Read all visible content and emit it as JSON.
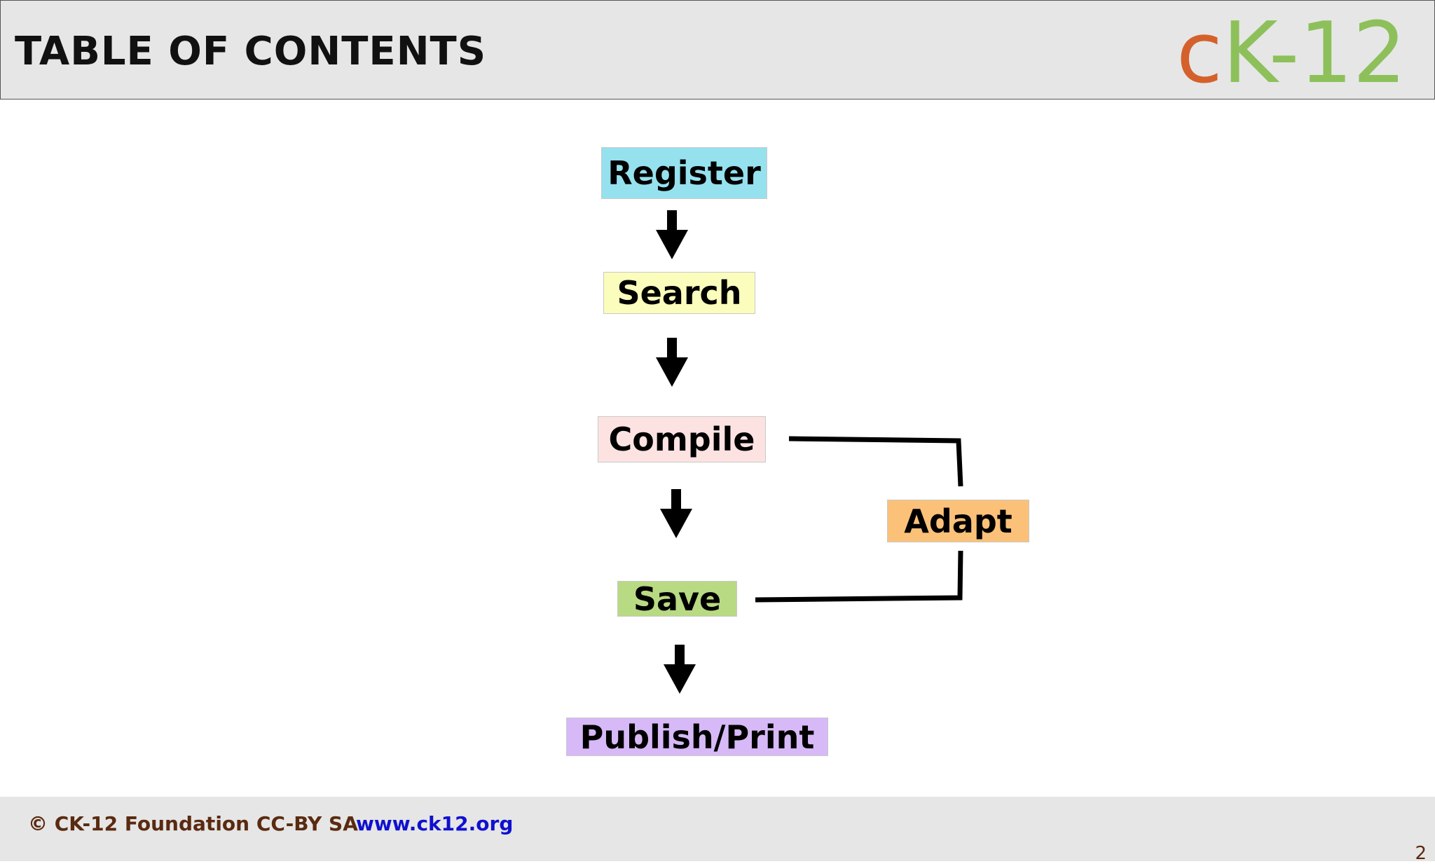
{
  "header": {
    "title": "TABLE OF CONTENTS",
    "logo": {
      "c": "c",
      "k": "K",
      "dash": "-",
      "num": "12"
    }
  },
  "colors": {
    "register": "#96e1ee",
    "search": "#fbfdbc",
    "compile": "#fde2e2",
    "adapt": "#fbc179",
    "save": "#b8da82",
    "publish": "#d7b9f7",
    "logo_c": "#d4612b",
    "logo_k": "#8dc05a"
  },
  "flow": {
    "register": "Register",
    "search": "Search",
    "compile": "Compile",
    "adapt": "Adapt",
    "save": "Save",
    "publish": "Publish/Print"
  },
  "footer": {
    "copyright": "© CK-12 Foundation CC-BY SA",
    "url": "www.ck12.org",
    "page": "2"
  }
}
